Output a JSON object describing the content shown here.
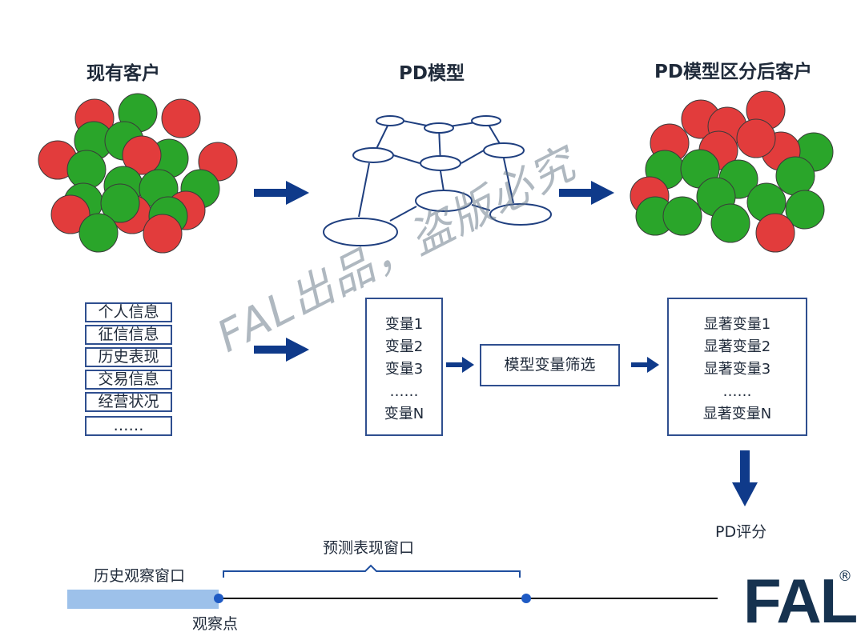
{
  "titles": {
    "existing": "现有客户",
    "pd_model": "PD模型",
    "after": "PD模型区分后客户"
  },
  "info_items": [
    "个人信息",
    "征信信息",
    "历史表现",
    "交易信息",
    "经营状况",
    "……"
  ],
  "variables": [
    "变量1",
    "变量2",
    "变量3",
    "……",
    "变量N"
  ],
  "selection": "模型变量筛选",
  "significant": [
    "显著变量1",
    "显著变量2",
    "显著变量3",
    "……",
    "显著变量N"
  ],
  "pd_score": "PD评分",
  "timeline": {
    "prediction_window": "预测表现窗口",
    "history_window": "历史观察窗口",
    "observation_point": "观察点"
  },
  "watermark": "FAL出品，盗版必究",
  "logo": {
    "text": "FAL",
    "mark": "®"
  },
  "colors": {
    "good": "#2aa52a",
    "bad": "#e23c3c",
    "arrow": "#0f3a8a",
    "box": "#2f4f8f",
    "history_bar": "#9dc1ea"
  }
}
